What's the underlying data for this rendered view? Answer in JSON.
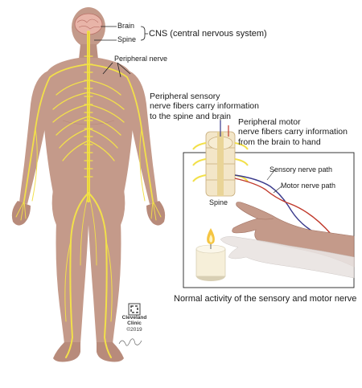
{
  "labels": {
    "brain": "Brain",
    "spine": "Spine",
    "cns": "CNS (central nervous system)",
    "peripheral_nerve": "Peripheral nerve",
    "sensory_fibers": "Peripheral sensory\nnerve fibers carry information\nto the spine and brain",
    "motor_fibers": "Peripheral motor\nnerve fibers carry information\nfrom the brain to hand",
    "sensory_path": "Sensory nerve path",
    "motor_path": "Motor nerve path",
    "inset_spine": "Spine",
    "caption": "Normal activity of the sensory and motor nerve"
  },
  "credit": {
    "name": "Cleveland\nClinic",
    "year": "©2019"
  },
  "colors": {
    "skin": "#c49a8a",
    "skin_shadow": "#a9786a",
    "nerve": "#f2e04a",
    "brain": "#e8b4a8",
    "sensory_nerve": "#3a3a8c",
    "motor_nerve": "#c0392b",
    "candle": "#f6efd9",
    "flame": "#f5c542"
  }
}
